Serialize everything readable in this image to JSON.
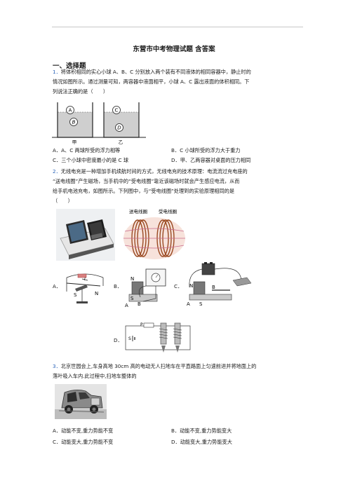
{
  "doc": {
    "title": "东营市中考物理试题 含答案",
    "section1": "一、选择题"
  },
  "q1": {
    "num": "1．",
    "lines": [
      "将体积相同的实心小球 A、B、C 分别放入两个装有不同液体的相同容器中，静止时的",
      "情况如图所示。通过测量可知，两容器中液面相平，小球 A、C 露出液面的体积相同。下",
      "列说法正确的是（　　）"
    ],
    "figure_labels": {
      "a": "A",
      "b": "B",
      "c": "C",
      "d": "D",
      "jia": "甲",
      "yi": "乙"
    },
    "options": {
      "A": "A．A、C 两球所受的浮力相等",
      "B": "B．C 小球所受的浮力大于重力",
      "C": "C．三个小球中密度最小的是 C 球",
      "D": "D．甲、乙两容器对桌面的压力相同"
    }
  },
  "q2": {
    "num": "2．",
    "lines": [
      "无线电充是一种增加手机续航时间的方式，无线电充的技术原理：电流流过充电座的",
      "“送电线圈”产生磁场，当手机中的“受电线圈”靠近该磁场时就会产生感应电流，从而",
      "给手机电池充电，如图所示。下列图中，与“受电线圈”处理到的实验原理相同的是",
      "（　　）"
    ],
    "coil_labels": {
      "send": "送电线圈",
      "recv": "受电线圈"
    },
    "option_letters": {
      "A": "A．",
      "B": "B．",
      "C": "C．",
      "D": "D．"
    },
    "fig_labels": {
      "s": "S",
      "n": "N",
      "i": "I",
      "a": "A",
      "b": "B",
      "p": "P"
    }
  },
  "q3": {
    "num": "3．",
    "lines": [
      "北京世园会上,车身高地 30cm 高的电动无人扫地车在平直路面上匀速前进并将地面上的",
      "落叶吸入车内.此过程中,扫地车整体的"
    ],
    "options": {
      "A": "A．动能不变,重力势能不变",
      "B": "B．动能不变,重力势能变大",
      "C": "C．动能变大,重力势能不变",
      "D": "D．动能变大,重力势能变大"
    }
  }
}
